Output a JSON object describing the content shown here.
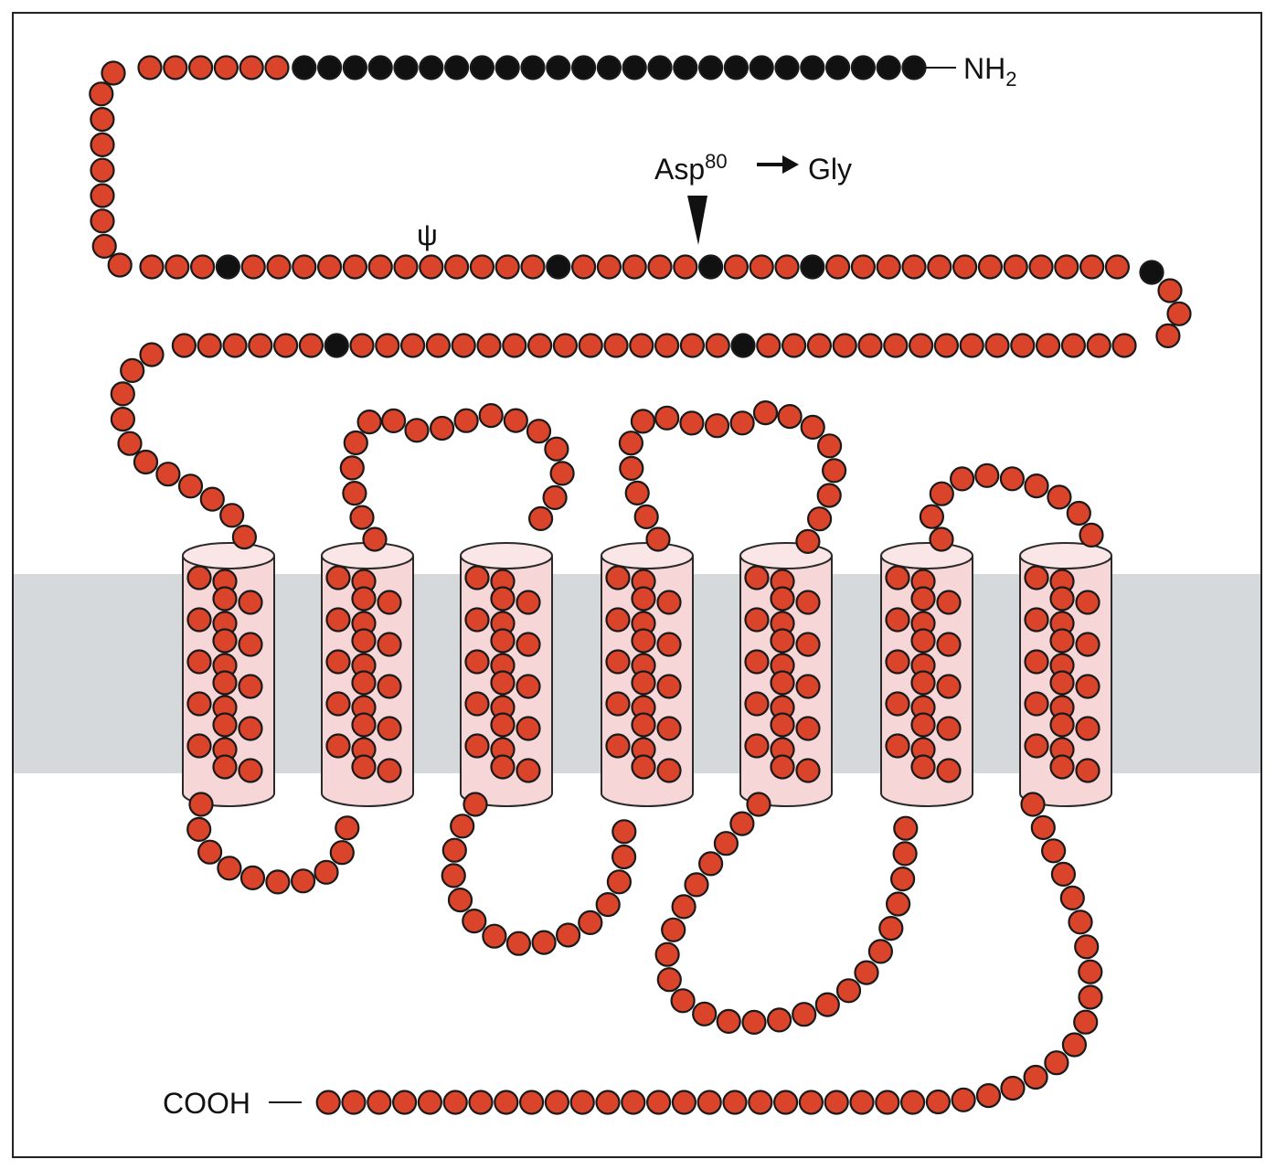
{
  "labels": {
    "n_terminus": "NH",
    "n_terminus_sub": "2",
    "c_terminus": "COOH",
    "mutation_residue": "Asp",
    "mutation_position": "80",
    "mutation_target": "Gly",
    "glycosylation_symbol": "ψ"
  },
  "colors": {
    "residue_fill": "#d9442b",
    "residue_highlight_fill": "#111111",
    "residue_stroke": "#1a1a1a",
    "membrane_band": "#d6d9dc",
    "helix_fill": "#f7d6d8",
    "helix_stroke": "#2a2a2a",
    "frame_stroke": "#222222"
  },
  "structure": {
    "transmembrane_helices": 7,
    "highlighted_regions": [
      "signal-peptide",
      "scattered-n-terminal-residues"
    ]
  }
}
